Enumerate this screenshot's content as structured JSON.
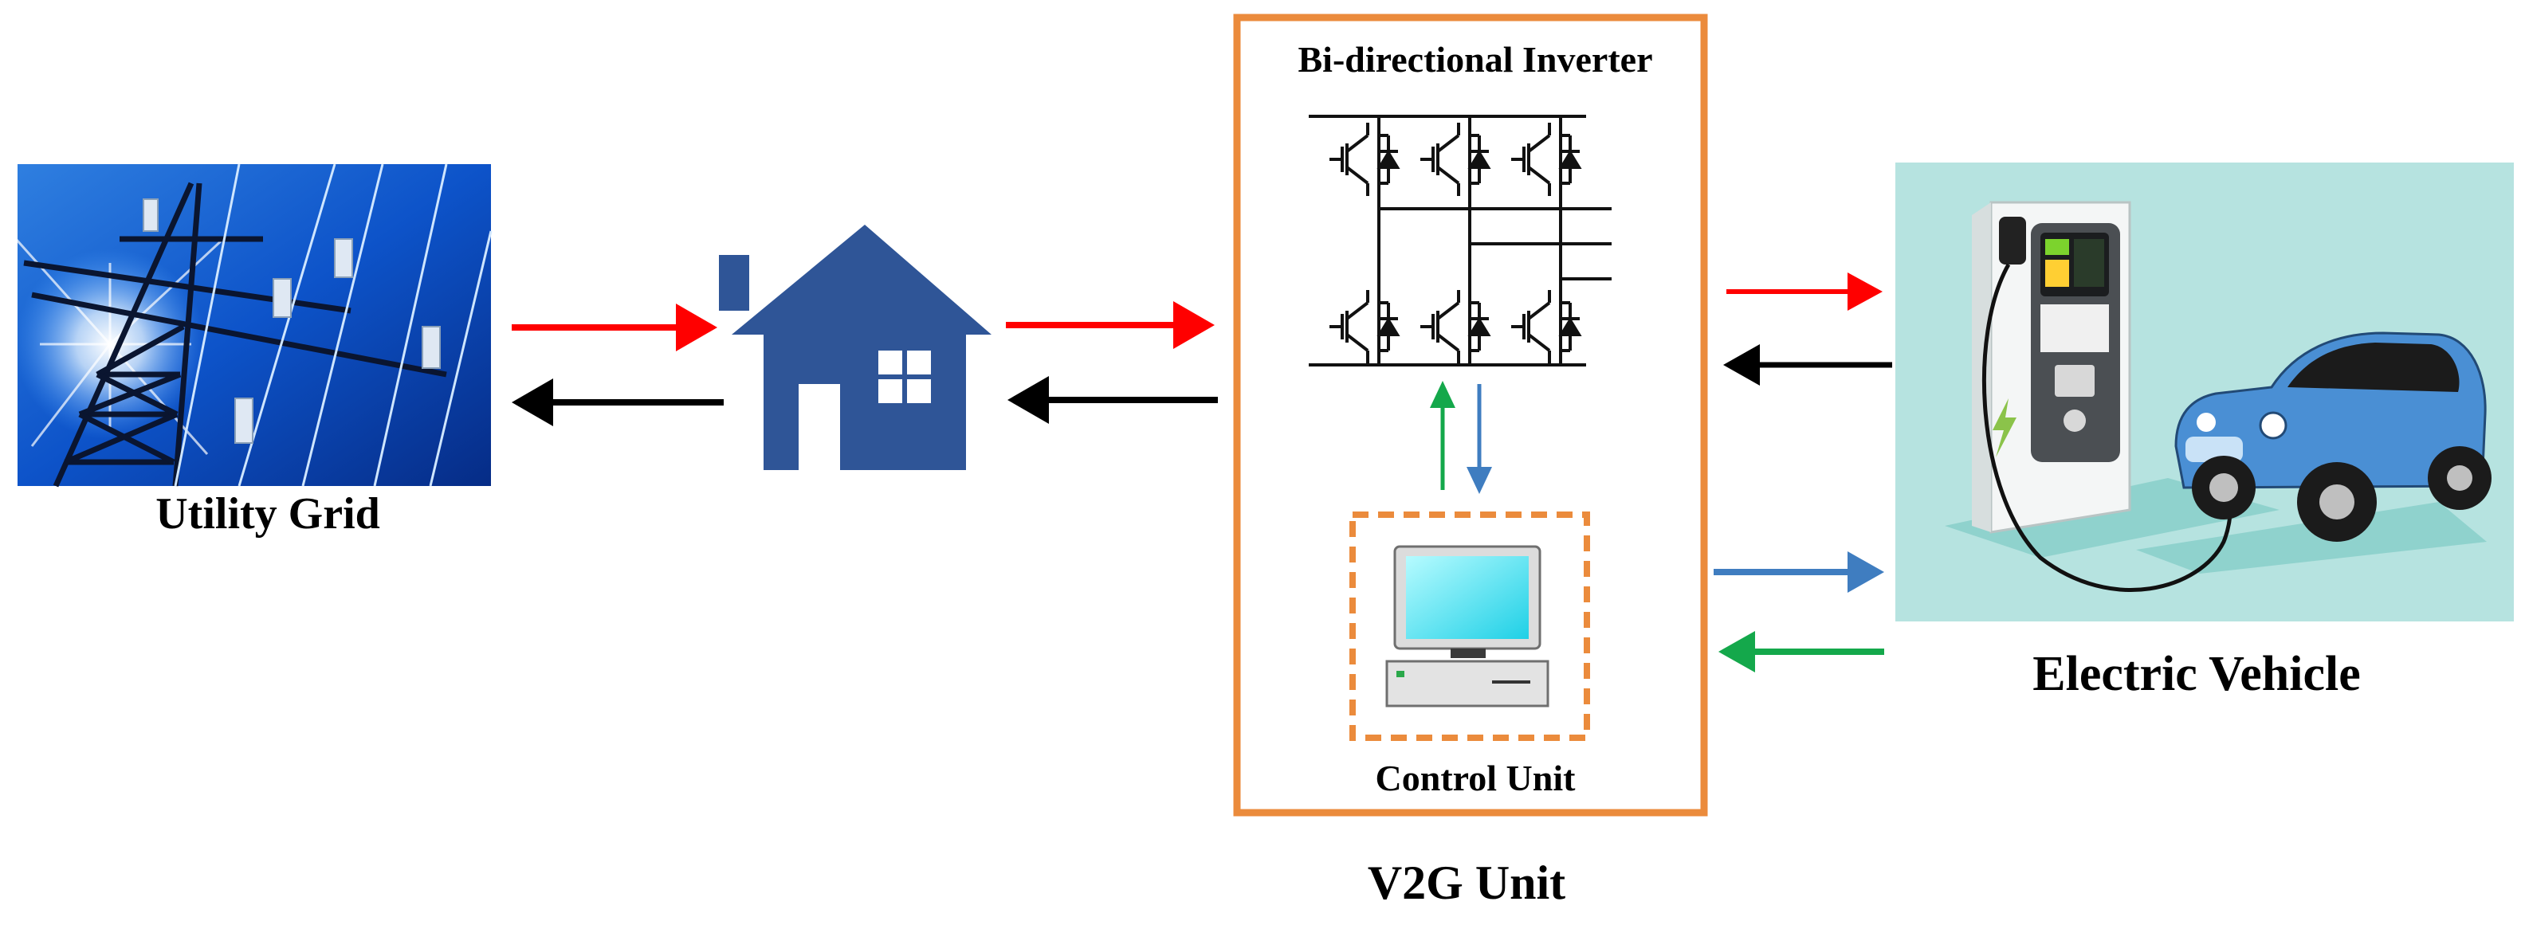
{
  "labels": {
    "utility_grid": "Utility Grid",
    "bidirectional_inverter": "Bi-directional Inverter",
    "control_unit": "Control Unit",
    "v2g_unit": "V2G Unit",
    "electric_vehicle": "Electric Vehicle"
  },
  "icons": {
    "grid": "power-tower-photo",
    "house": "house-icon",
    "inverter": "igbt-bridge-schematic",
    "control": "computer-icon",
    "vehicle": "ev-charging-illustration"
  },
  "colors": {
    "frame_orange": "#EB8B3C",
    "arrow_red": "#FF0000",
    "arrow_black": "#000000",
    "arrow_blue": "#3F7DC0",
    "arrow_green": "#14A84B",
    "house_blue": "#2F5597",
    "ev_background": "#B6E3E0",
    "car_blue": "#4A8FD4"
  }
}
